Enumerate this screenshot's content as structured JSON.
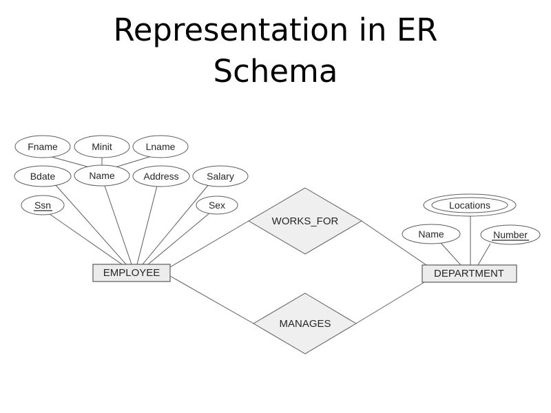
{
  "title": {
    "line1": "Representation in ER",
    "line2": "Schema"
  },
  "colors": {
    "background": "#ffffff",
    "shape_fill": "#ececec",
    "shape_stroke": "#5b5b5b",
    "oval_fill": "#ffffff",
    "text": "#262626",
    "title_color": "#000000"
  },
  "er_diagram": {
    "entities": [
      {
        "id": "employee",
        "label": "EMPLOYEE"
      },
      {
        "id": "department",
        "label": "DEPARTMENT"
      }
    ],
    "relationships": [
      {
        "id": "works_for",
        "label": "WORKS_FOR",
        "connects": [
          "EMPLOYEE",
          "DEPARTMENT"
        ]
      },
      {
        "id": "manages",
        "label": "MANAGES",
        "connects": [
          "EMPLOYEE",
          "DEPARTMENT"
        ]
      }
    ],
    "attributes": {
      "employee": [
        {
          "label": "Fname",
          "kind": "component of Name"
        },
        {
          "label": "Minit",
          "kind": "component of Name"
        },
        {
          "label": "Lname",
          "kind": "component of Name"
        },
        {
          "label": "Bdate",
          "kind": "simple"
        },
        {
          "label": "Name",
          "kind": "composite"
        },
        {
          "label": "Address",
          "kind": "simple"
        },
        {
          "label": "Salary",
          "kind": "simple"
        },
        {
          "label": "Ssn",
          "kind": "key"
        },
        {
          "label": "Sex",
          "kind": "simple"
        }
      ],
      "department": [
        {
          "label": "Locations",
          "kind": "multivalued"
        },
        {
          "label": "Name",
          "kind": "simple"
        },
        {
          "label": "Number",
          "kind": "key"
        }
      ]
    }
  }
}
